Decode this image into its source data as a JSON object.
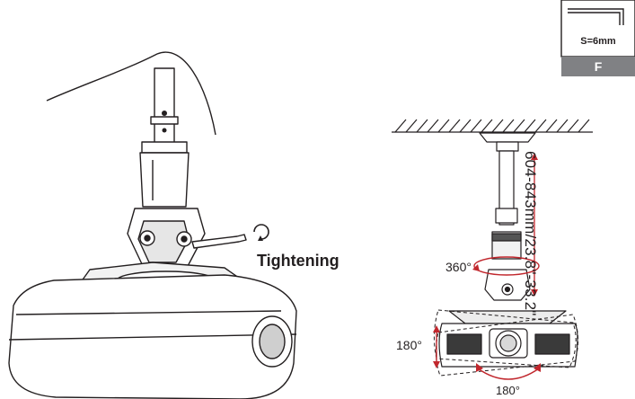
{
  "labels": {
    "tightening": "Tightening",
    "rotation_360": "360°",
    "tilt_180": "180°",
    "swivel_180": "180°",
    "height_range": "604-843mm/23.8\"-33.2\""
  },
  "tool_card": {
    "size": "S=6mm",
    "letter": "F"
  },
  "colors": {
    "line": "#231f20",
    "accent": "#c1272d",
    "card_grey": "#808184"
  }
}
